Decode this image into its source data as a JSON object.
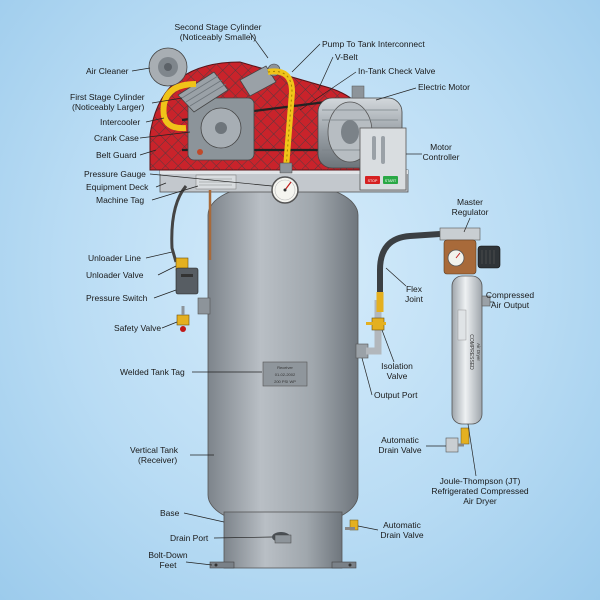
{
  "labels": {
    "second_stage": [
      "Second Stage Cylinder",
      "(Noticeably Smaller)"
    ],
    "pump_interconnect": "Pump To Tank Interconnect",
    "v_belt": "V-Belt",
    "check_valve": "In-Tank Check Valve",
    "electric_motor": "Electric Motor",
    "air_cleaner": "Air Cleaner",
    "first_stage": [
      "First Stage Cylinder",
      "(Noticeably Larger)"
    ],
    "intercooler": "Intercooler",
    "crank_case": "Crank Case",
    "belt_guard": "Belt Guard",
    "motor_controller": [
      "Motor",
      "Controller"
    ],
    "pressure_gauge": "Pressure Gauge",
    "equipment_deck": "Equipment Deck",
    "machine_tag": "Machine Tag",
    "master_regulator": [
      "Master",
      "Regulator"
    ],
    "unloader_line": "Unloader Line",
    "unloader_valve": "Unloader Valve",
    "flex_joint": [
      "Flex",
      "Joint"
    ],
    "compressed_output": [
      "Compressed",
      "Air Output"
    ],
    "pressure_switch": "Pressure Switch",
    "safety_valve": "Safety Valve",
    "isolation_valve": [
      "Isolation",
      "Valve"
    ],
    "welded_tag": "Welded Tank Tag",
    "output_port": "Output Port",
    "auto_drain_dryer": [
      "Automatic",
      "Drain Valve"
    ],
    "vertical_tank": [
      "Vertical Tank",
      "(Receiver)"
    ],
    "jt_dryer": [
      "Joule-Thompson (JT)",
      "Refrigerated Compressed",
      "Air Dryer"
    ],
    "base": "Base",
    "drain_port": "Drain Port",
    "auto_drain_base": [
      "Automatic",
      "Drain Valve"
    ],
    "bolt_down": [
      "Bolt-Down",
      "Feet"
    ]
  },
  "device_text": {
    "stop": "STOP",
    "start": "START",
    "tank_tag": [
      "Receiver",
      "01-02-2002",
      "200 PSI WP"
    ],
    "dryer_main": "COMPRESSED",
    "dryer_sub": "Air Dryer"
  },
  "colors": {
    "background": "#b9dcf4",
    "tank": "#a3a9af",
    "hose": "#f0c419",
    "belt_guard": "#c9232b",
    "copper": "#a86a3a",
    "stop_button": "#d62020",
    "start_button": "#29a845"
  }
}
